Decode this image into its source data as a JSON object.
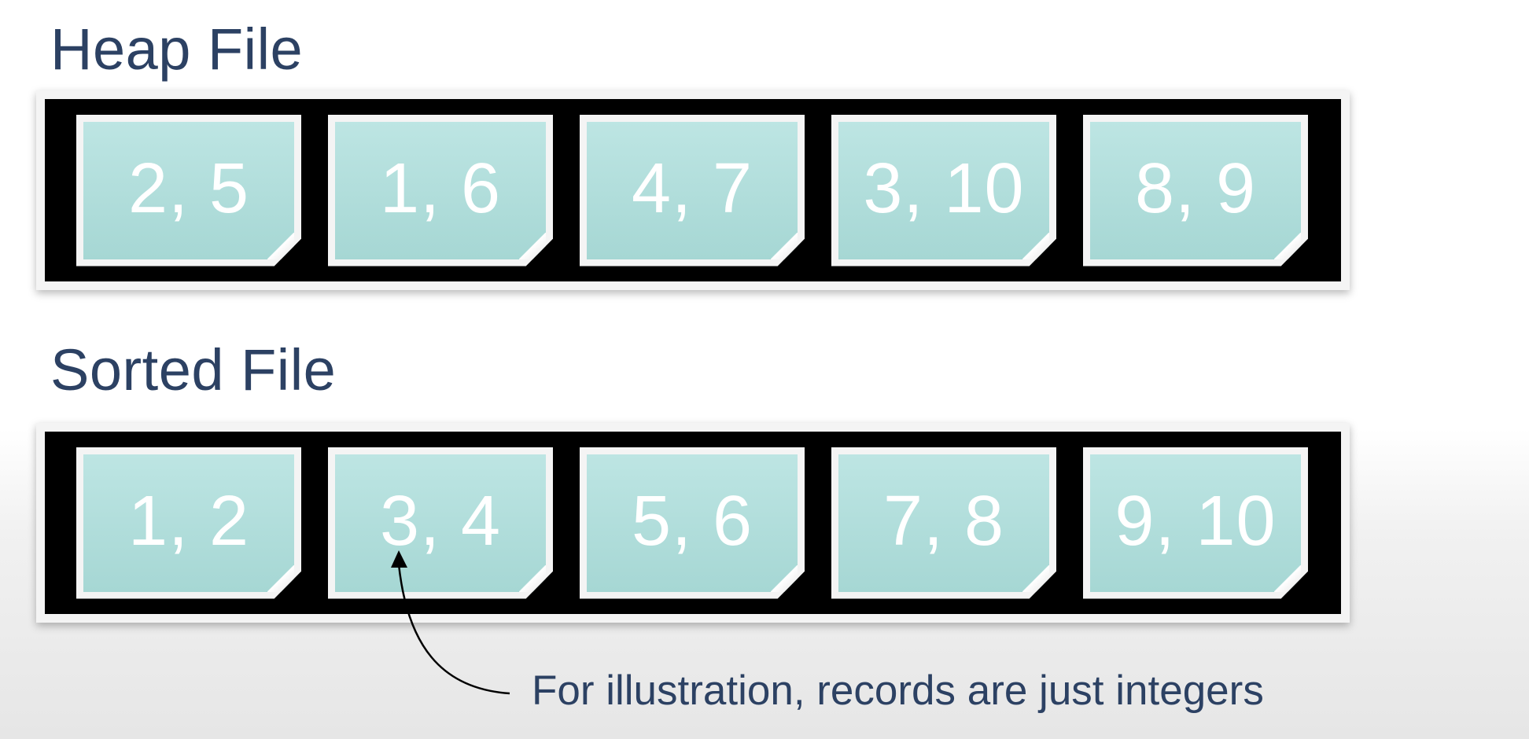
{
  "heap_file": {
    "title": "Heap File",
    "pages": [
      "2, 5",
      "1, 6",
      "4, 7",
      "3, 10",
      "8, 9"
    ]
  },
  "sorted_file": {
    "title": "Sorted File",
    "pages": [
      "1, 2",
      "3, 4",
      "5, 6",
      "7, 8",
      "9, 10"
    ]
  },
  "annotation": {
    "text": "For illustration, records are just integers"
  },
  "colors": {
    "title_text": "#2c4163",
    "page_fill": "#aedcd9",
    "strip_background": "#000000"
  }
}
